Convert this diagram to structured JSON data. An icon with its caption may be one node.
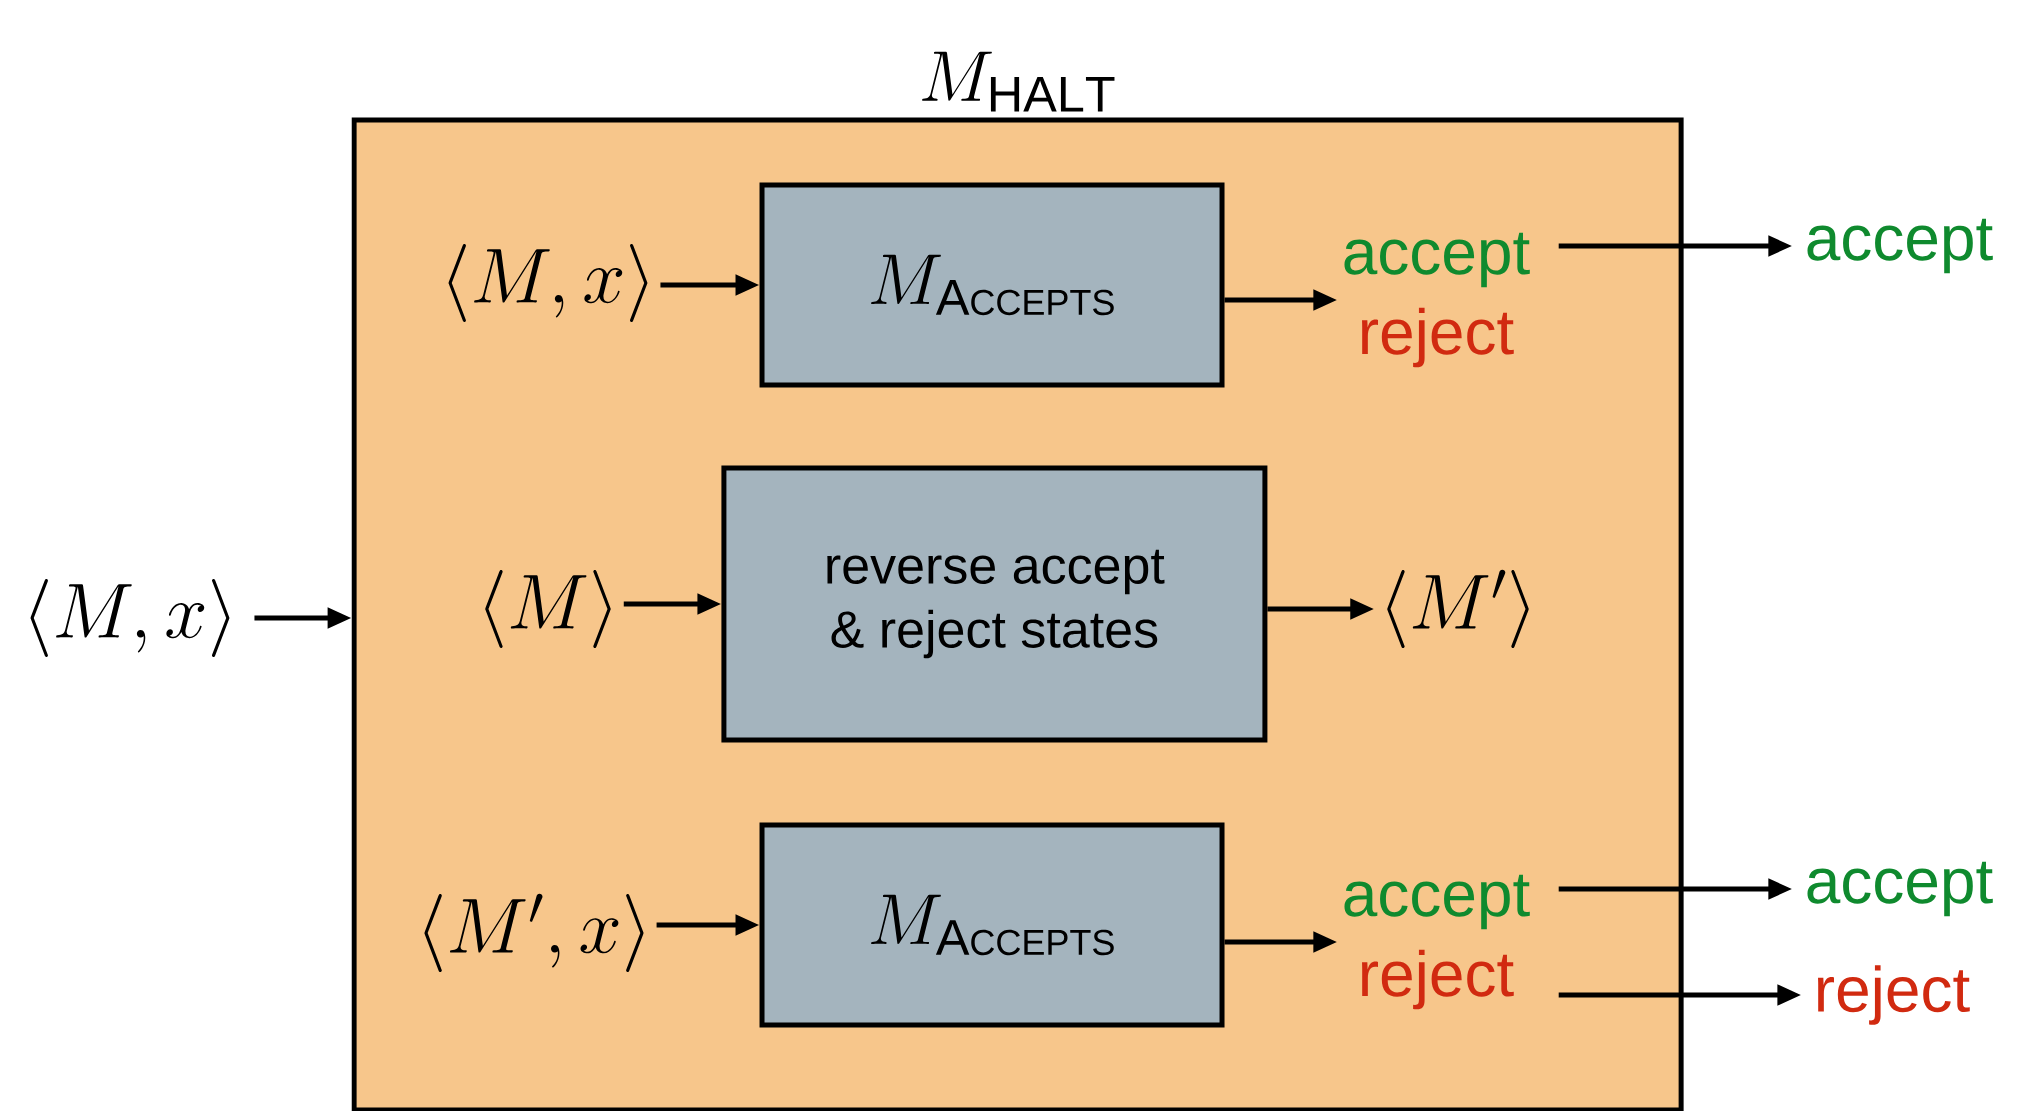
{
  "diagram": {
    "nodes": [
      {
        "text": [
          "M_{\\mathrm{HALT}}"
        ]
      },
      {
        "text": [
          "\\langle M, x\\rangle"
        ]
      },
      {
        "text": [
          "\\langle M, x\\rangle"
        ],
        "in": 0
      },
      {
        "text": [
          "M_{\\mathrm{A}\\scriptscriptstyle\\mathrm{CCEPTS}}"
        ],
        "in": 0
      },
      {
        "text": [
          "accept",
          "reject"
        ],
        "in": 0
      },
      {
        "text": [
          "\\langle M\\rangle"
        ],
        "in": 0
      },
      {
        "text": [
          "reverse accept & reject states"
        ],
        "in": 0
      },
      {
        "text": [
          "\\langle M'\\rangle"
        ],
        "in": 0
      },
      {
        "text": [
          "\\langle M', x\\rangle"
        ],
        "in": 0
      },
      {
        "text": [
          "M_{\\mathrm{A}\\scriptscriptstyle\\mathrm{CCEPTS}}"
        ],
        "in": 0
      },
      {
        "text": [
          "accept",
          "reject"
        ],
        "in": 0
      },
      {
        "text": [
          "accept"
        ]
      },
      {
        "text": [
          "accept"
        ]
      },
      {
        "text": [
          "reject"
        ]
      }
    ],
    "edges": [
      {
        "from": 1,
        "to": 0,
        "arrow": "to"
      },
      {
        "from": 2,
        "to": 3,
        "arrow": "to"
      },
      {
        "from": 3,
        "to": 4,
        "arrow": "to"
      },
      {
        "from": 4,
        "to": 11,
        "arrow": "to"
      },
      {
        "from": 5,
        "to": 6,
        "arrow": "to"
      },
      {
        "from": 6,
        "to": 7,
        "arrow": "to"
      },
      {
        "from": 8,
        "to": 9,
        "arrow": "to"
      },
      {
        "from": 9,
        "to": 10,
        "arrow": "to"
      },
      {
        "from": 10,
        "to": 12,
        "arrow": "to"
      },
      {
        "from": 10,
        "to": 13,
        "arrow": "to"
      }
    ]
  }
}
